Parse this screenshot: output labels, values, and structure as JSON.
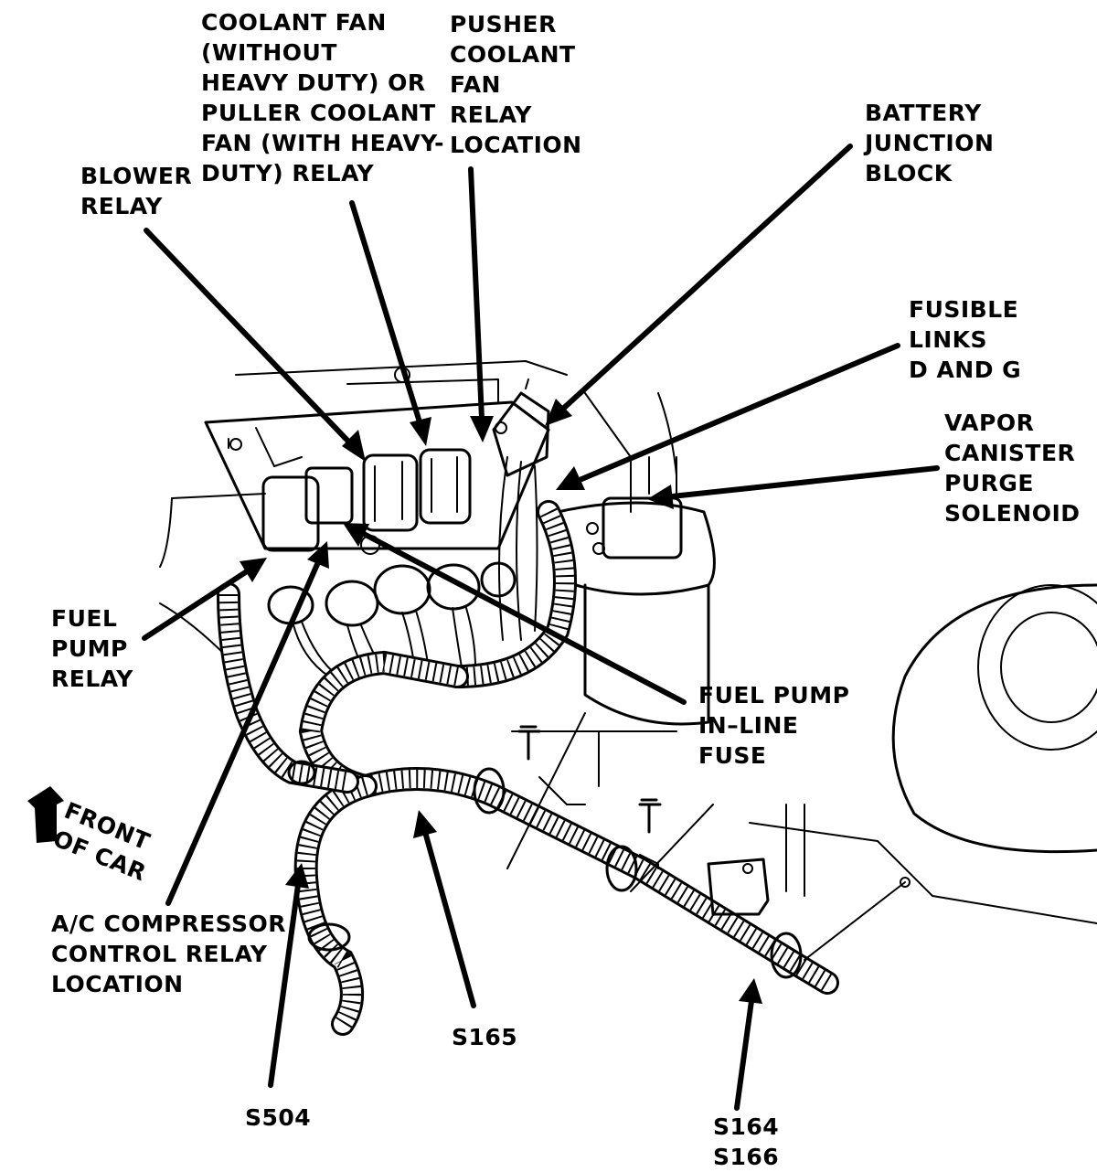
{
  "labels": {
    "coolant_fan_relay": [
      "COOLANT FAN",
      "(WITHOUT",
      "HEAVY DUTY) OR",
      "PULLER COOLANT",
      "FAN (WITH HEAVY-",
      "DUTY) RELAY"
    ],
    "pusher_relay": [
      "PUSHER",
      "COOLANT",
      "FAN",
      "RELAY",
      "LOCATION"
    ],
    "battery_block": [
      "BATTERY",
      "JUNCTION",
      "BLOCK"
    ],
    "blower_relay": [
      "BLOWER",
      "RELAY"
    ],
    "fusible_links": [
      "FUSIBLE",
      "LINKS",
      "D AND G"
    ],
    "vapor_solenoid": [
      "VAPOR",
      "CANISTER",
      "PURGE",
      "SOLENOID"
    ],
    "fuel_pump_relay": [
      "FUEL",
      "PUMP",
      "RELAY"
    ],
    "fuel_pump_fuse": [
      "FUEL PUMP",
      "IN–LINE",
      "FUSE"
    ],
    "front_of_car": [
      "FRONT",
      "OF CAR"
    ],
    "ac_relay": [
      "A/C COMPRESSOR",
      "CONTROL RELAY",
      "LOCATION"
    ],
    "s165": [
      "S165"
    ],
    "s504": [
      "S504"
    ],
    "s164_s166": [
      "S164",
      "S166"
    ]
  }
}
